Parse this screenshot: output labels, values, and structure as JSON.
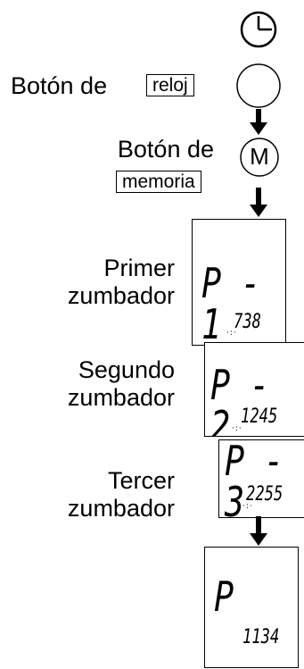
{
  "clock_button": {
    "prefix": "Botón de",
    "boxed_word": "reloj",
    "symbol": "clock-icon"
  },
  "memory_button": {
    "line1": "Botón de",
    "boxed_word": "memoria",
    "symbol": "M"
  },
  "displays": [
    {
      "label_line1": "Primer",
      "label_line2": "zumbador",
      "big": "P -  1",
      "small": "738"
    },
    {
      "label_line1": "Segundo",
      "label_line2": "zumbador",
      "big": "P - 2",
      "small": "1245"
    },
    {
      "label_line1": "Tercer",
      "label_line2": "zumbador",
      "big": "P - 3",
      "small": "2255"
    }
  ],
  "final_display": {
    "big": "P",
    "small": "1134"
  }
}
